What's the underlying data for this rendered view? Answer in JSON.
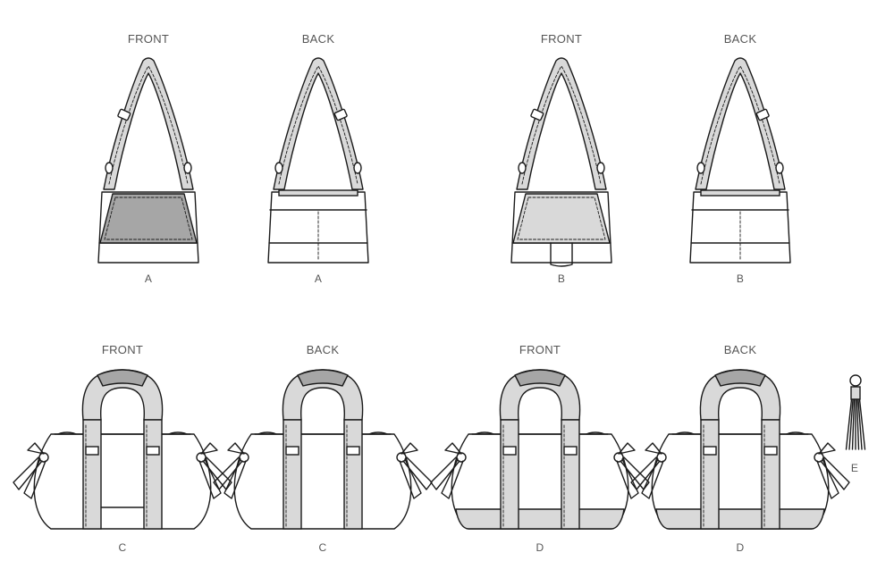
{
  "palette": {
    "line": "#1a1a1a",
    "shade_dark": "#a6a6a6",
    "shade_light": "#d9d9d9",
    "text": "#555555"
  },
  "views": [
    {
      "label": "FRONT",
      "caption": "A",
      "kind": "shoulder",
      "face": "front",
      "shade": "dark"
    },
    {
      "label": "BACK",
      "caption": "A",
      "kind": "shoulder",
      "face": "back",
      "shade": "none"
    },
    {
      "label": "FRONT",
      "caption": "B",
      "kind": "shoulder",
      "face": "front",
      "shade": "light"
    },
    {
      "label": "BACK",
      "caption": "B",
      "kind": "shoulder",
      "face": "back",
      "shade": "none"
    },
    {
      "label": "FRONT",
      "caption": "C",
      "kind": "duffel",
      "face": "front",
      "shade": "none"
    },
    {
      "label": "BACK",
      "caption": "C",
      "kind": "duffel",
      "face": "back",
      "shade": "none"
    },
    {
      "label": "FRONT",
      "caption": "D",
      "kind": "duffel",
      "face": "front",
      "shade": "band"
    },
    {
      "label": "BACK",
      "caption": "D",
      "kind": "duffel",
      "face": "back",
      "shade": "band"
    }
  ],
  "tassel": {
    "caption": "E"
  }
}
